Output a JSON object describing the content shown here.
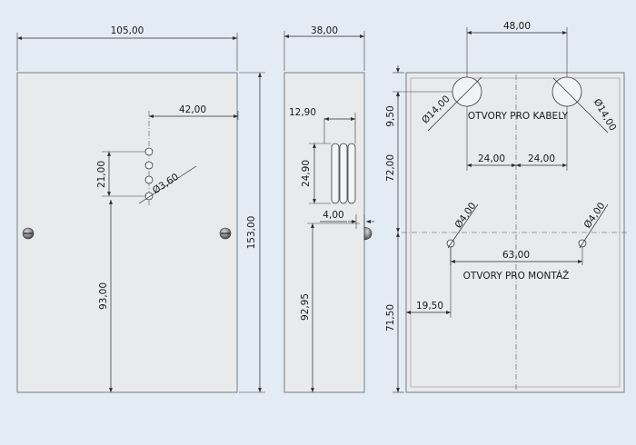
{
  "front_view": {
    "width_dim": "105,00",
    "height_dim": "153,00",
    "hole_offset_dim": "42,00",
    "hole_spacing_dim": "21,00",
    "hole_diameter_dim": "Ø3,60",
    "hole_height_dim": "93,00"
  },
  "side_view": {
    "depth_dim": "38,00",
    "slot_offset_dim": "12,90",
    "slot_length_dim": "24,90",
    "slot_width_dim": "4,00",
    "slot_height_dim": "92,95"
  },
  "back_view": {
    "cable_spacing_dim": "48,00",
    "top_offset_dim": "9,50",
    "cable_hole_left_dim": "Ø14,00",
    "cable_hole_right_dim": "Ø14,00",
    "cable_label": "OTVORY PRO KABELY",
    "cable_half_left_dim": "24,00",
    "cable_half_right_dim": "24,00",
    "vertical_gap_dim": "72,00",
    "mount_hole_left_dim": "Ø4,00",
    "mount_hole_right_dim": "Ø4,00",
    "mount_spacing_dim": "63,00",
    "mount_label": "OTVORY PRO MONTÁŽ",
    "mount_side_offset_dim": "19,50",
    "bottom_offset_dim": "71,50"
  },
  "colors": {
    "background": "#e3ecf5",
    "panel_fill": "#e9eaec",
    "line": "#2a2a2a"
  }
}
